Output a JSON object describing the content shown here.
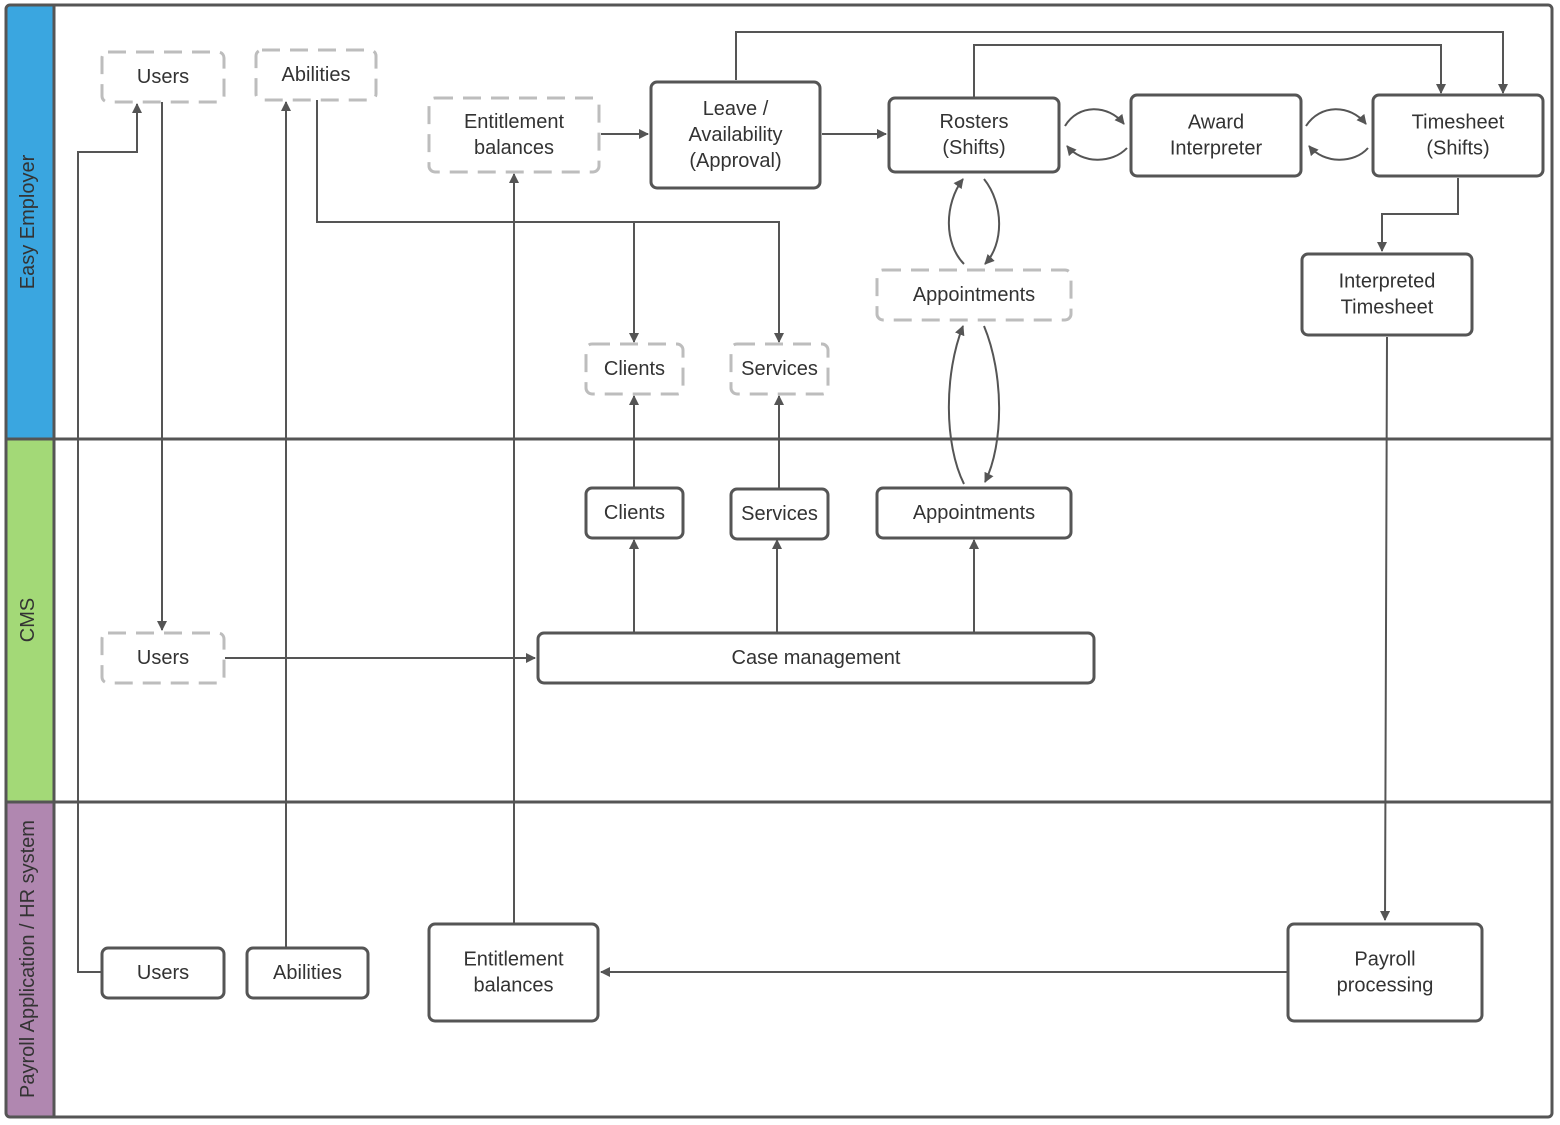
{
  "colors": {
    "lane_easy_employer": "#3aa6e0",
    "lane_cms": "#a3d977",
    "lane_payroll": "#b087b0",
    "border": "#555555",
    "dashed_border": "#bdbdbd",
    "text": "#333333"
  },
  "lanes": {
    "easy_employer": "Easy Employer",
    "cms": "CMS",
    "payroll": "Payroll Application / HR system"
  },
  "nodes": {
    "ee_users": [
      "Users"
    ],
    "ee_abilities": [
      "Abilities"
    ],
    "ee_entitlement": [
      "Entitlement",
      "balances"
    ],
    "ee_leave": [
      "Leave /",
      "Availability",
      "(Approval)"
    ],
    "ee_rosters": [
      "Rosters",
      "(Shifts)"
    ],
    "ee_award": [
      "Award",
      "Interpreter"
    ],
    "ee_timesheet": [
      "Timesheet",
      "(Shifts)"
    ],
    "ee_interpreted": [
      "Interpreted",
      "Timesheet"
    ],
    "ee_appointments": [
      "Appointments"
    ],
    "ee_clients": [
      "Clients"
    ],
    "ee_services": [
      "Services"
    ],
    "cms_clients": [
      "Clients"
    ],
    "cms_services": [
      "Services"
    ],
    "cms_appointments": [
      "Appointments"
    ],
    "cms_users": [
      "Users"
    ],
    "cms_case": [
      "Case management"
    ],
    "pay_users": [
      "Users"
    ],
    "pay_abilities": [
      "Abilities"
    ],
    "pay_entitlement": [
      "Entitlement",
      "balances"
    ],
    "pay_payroll": [
      "Payroll",
      "processing"
    ]
  }
}
